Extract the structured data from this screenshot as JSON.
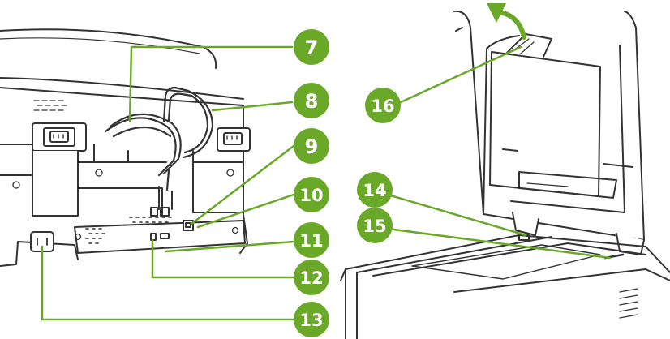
{
  "callouts": [
    "7",
    "8",
    "9",
    "10",
    "11",
    "12",
    "13",
    "14",
    "15",
    "16"
  ],
  "colors": {
    "callout_fill": "#6aa828",
    "callout_line": "#6aa828",
    "callout_text": "#ffffff",
    "outline": "#333333",
    "device_fill": "#ffffff"
  },
  "icons": [
    "open-lid-arrow-icon",
    "power-socket-icon",
    "network-port-icon",
    "usb-port-icon",
    "card-slot-icon"
  ]
}
